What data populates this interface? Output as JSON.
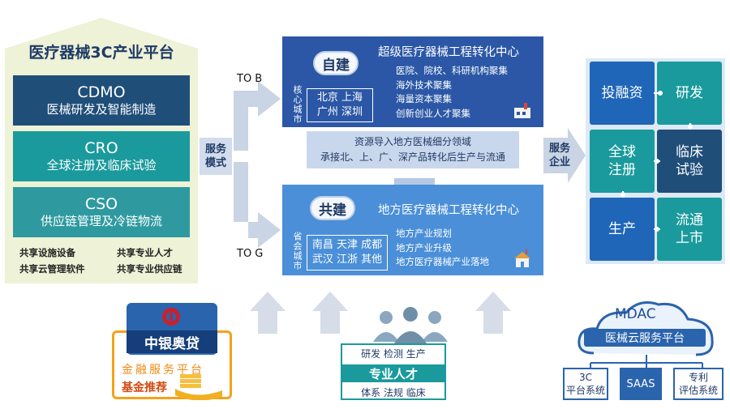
{
  "platform": {
    "title": "医疗器械3C产业平台",
    "services": [
      {
        "name": "CDMO",
        "desc": "医械研发及智能制造"
      },
      {
        "name": "CRO",
        "desc": "全球注册及临床试验"
      },
      {
        "name": "CSO",
        "desc": "供应链管理及冷链物流"
      }
    ],
    "shared": [
      "共享设施设备",
      "共享专业人才",
      "共享云管理软件",
      "共享专业供应链"
    ]
  },
  "service_mode": {
    "line1": "服务",
    "line2": "模式"
  },
  "to_b": "TO B",
  "to_g": "TO G",
  "center_top": {
    "badge": "自建",
    "side_label": "核心城市",
    "cities_row1": "北京 上海",
    "cities_row2": "广州 深圳",
    "title": "超级医疗器械工程转化中心",
    "items": [
      "医院、院校、科研机构聚集",
      "海外技术聚集",
      "海量资本聚集",
      "创新创业人才聚集"
    ]
  },
  "center_middle": {
    "line1": "资源导入地方医械细分领域",
    "line2": "承接北、上、广、深产品转化后生产与流通"
  },
  "center_bottom": {
    "badge": "共建",
    "side_label": "省会城市",
    "cities_row1": "南昌 天津 成都",
    "cities_row2": "武汉 江浙 其他",
    "title": "地方医疗器械工程转化中心",
    "items": [
      "地方产业规划",
      "地方产业升级",
      "地方医疗器械产业落地"
    ]
  },
  "service_enterprise": {
    "line1": "服务",
    "line2": "企业"
  },
  "right_grid": [
    {
      "line1": "投融资",
      "line2": ""
    },
    {
      "line1": "研发",
      "line2": ""
    },
    {
      "line1": "全球",
      "line2": "注册"
    },
    {
      "line1": "临床",
      "line2": "试验"
    },
    {
      "line1": "生产",
      "line2": ""
    },
    {
      "line1": "流通",
      "line2": "上市"
    }
  ],
  "bank": {
    "name": "中银奥贷",
    "platform": "金融服务平台",
    "fund": "基金推荐"
  },
  "talent": {
    "top": "研发 检测 生产",
    "title": "专业人才",
    "bottom": "体系 法规 临床"
  },
  "cloud": {
    "brand": "MDAC",
    "title": "医械云服务平台",
    "left": "3C",
    "left2": "平台系统",
    "mid": "SAAS",
    "right": "专利",
    "right2": "评估系统"
  },
  "colors": {
    "navy": "#1f4e79",
    "teal": "#1a9a9c",
    "teal2": "#2e9aa0",
    "blue_panel": "#2b57a6",
    "light_blue": "#4a8fd8",
    "orange": "#f5a11a",
    "cream": "#eef2d8"
  }
}
